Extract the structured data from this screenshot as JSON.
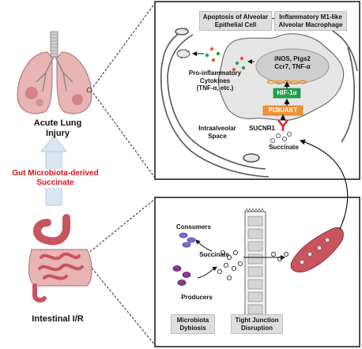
{
  "left": {
    "top_caption": "Acute Lung\nInjury",
    "middle_caption": "Gut Microbiota-derived\nSuccinate",
    "bottom_caption": "Intestinal I/R"
  },
  "lung_panel": {
    "tag_apoptosis": "Apoptosis of Alveolar\nEpithelial Cell",
    "tag_macrophage": "Inflammatory M1-like\nAlveolar Macrophage",
    "genes": "iNOS, Ptgs2\nCcr7, TNF-α",
    "hif": "HIF-1α",
    "pi3k": "PI3K/AKT",
    "receptor": "SUCNR1",
    "succinate": "Succinate",
    "cytokines": "Pro-inflammatory\nCytokines\n(TNF-α, etc.)",
    "space": "Intraalveolar\nSpace"
  },
  "gut_panel": {
    "consumers": "Consumers",
    "succinate": "Succinate",
    "producers": "Producers",
    "tag_dysbiosis": "Microbiota\nDybiosis",
    "tag_junction": "Tight Junction\nDisruption"
  },
  "colors": {
    "lung": "#e8b4b4",
    "lung_dark": "#b84a52",
    "gut": "#c9545e",
    "red_text": "#d9141c",
    "arrow_fill": "#dbe6f3",
    "hif_green": "#1fa24a",
    "pi3k_orange": "#f0923a",
    "receptor_red": "#d8262c"
  }
}
